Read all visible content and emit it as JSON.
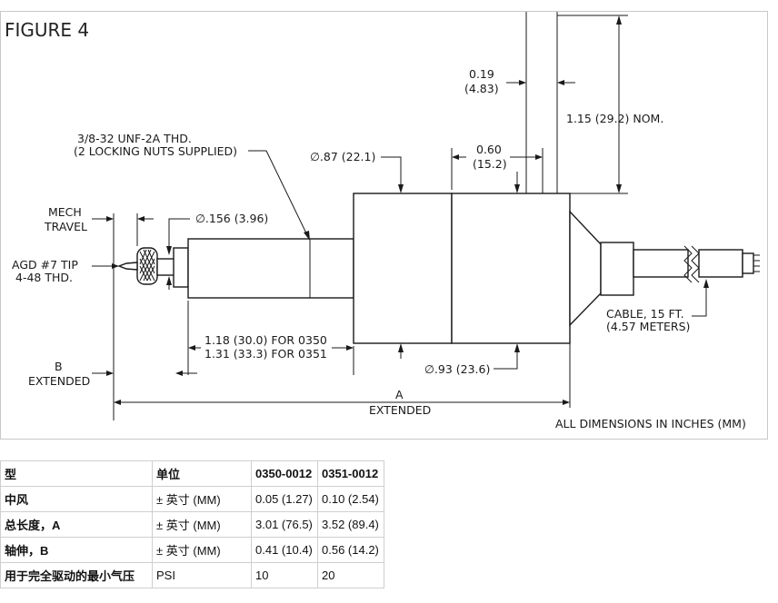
{
  "figure": {
    "title": "FIGURE 4",
    "labels": {
      "dim_019": [
        "0.19",
        "(4.83)"
      ],
      "dim_115": "1.15 (29.2) NOM.",
      "thread": [
        "3/8-32 UNF-2A THD.",
        "(2 LOCKING NUTS SUPPLIED)"
      ],
      "dia_087": "∅.87 (22.1)",
      "dim_060": [
        "0.60",
        "(15.2)"
      ],
      "mech_travel": [
        "MECH",
        "TRAVEL"
      ],
      "dia_156": "∅.156 (3.96)",
      "agd_tip": [
        "AGD #7 TIP",
        "4-48 THD."
      ],
      "cable": [
        "CABLE, 15 FT.",
        "(4.57 METERS)"
      ],
      "len_0350": "1.18 (30.0) FOR 0350",
      "len_0351": "1.31 (33.3) FOR 0351",
      "b_extended": [
        "B",
        "EXTENDED"
      ],
      "dia_093": "∅.93 (23.6)",
      "a_extended": [
        "A",
        "EXTENDED"
      ],
      "all_dims": "ALL DIMENSIONS IN INCHES (MM)"
    }
  },
  "table": {
    "headers": [
      "型",
      "单位",
      "0350-0012",
      "0351-0012"
    ],
    "rows": [
      [
        "中风",
        "± 英寸 (MM)",
        "0.05 (1.27)",
        "0.10 (2.54)"
      ],
      [
        "总长度，A",
        "± 英寸 (MM)",
        "3.01 (76.5)",
        "3.52 (89.4)"
      ],
      [
        "轴伸，B",
        "± 英寸 (MM)",
        "0.41 (10.4)",
        "0.56 (14.2)"
      ],
      [
        "用于完全驱动的最小气压",
        "PSI",
        "10",
        "20"
      ]
    ]
  }
}
